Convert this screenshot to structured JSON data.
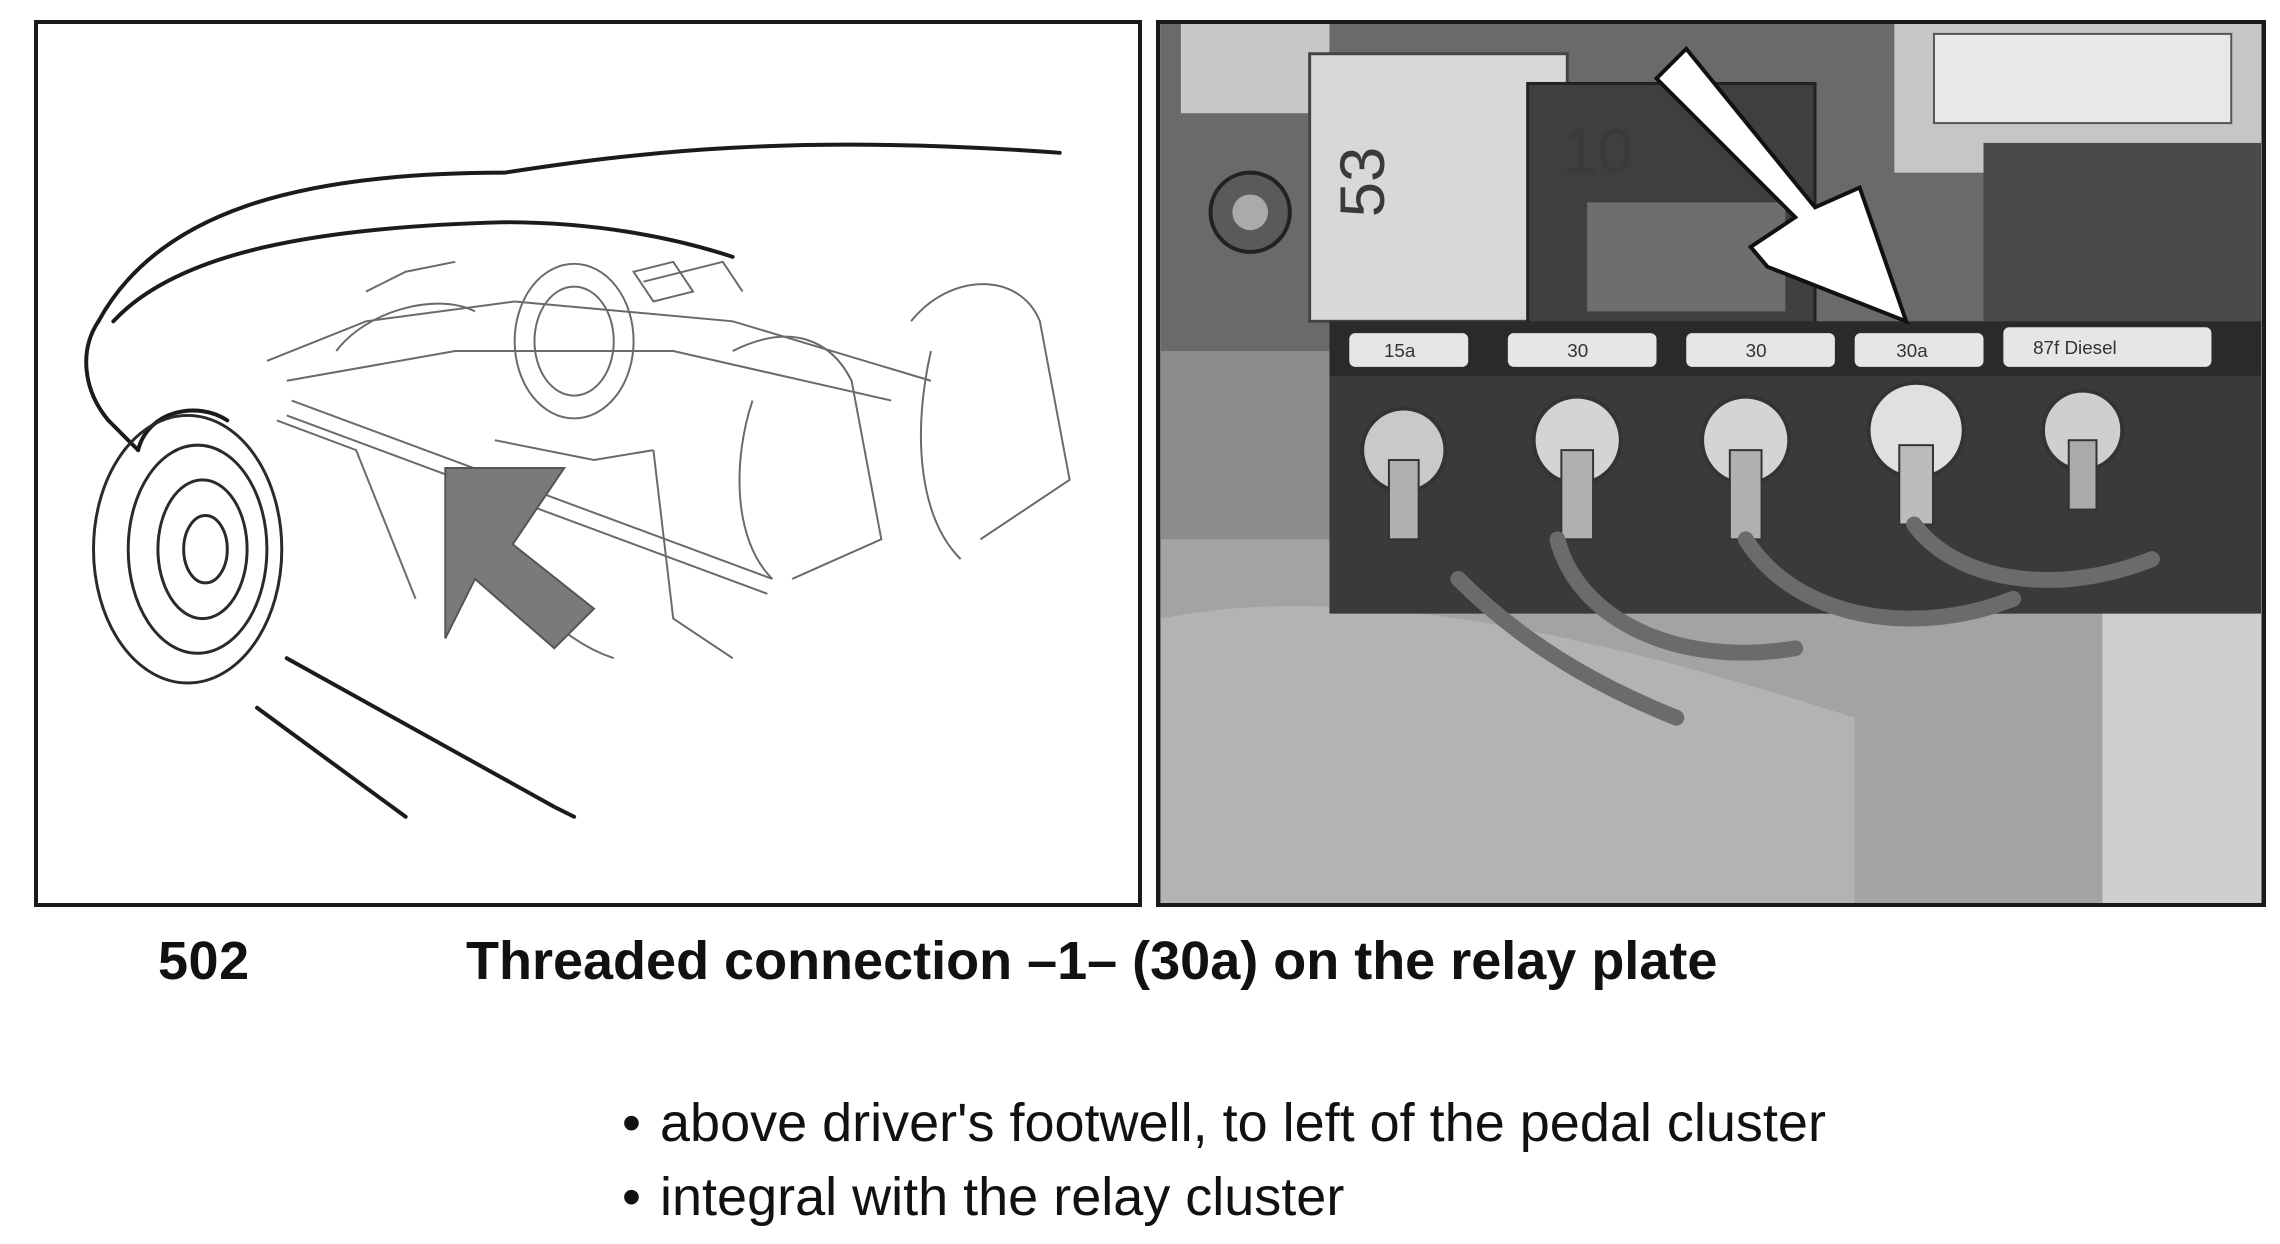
{
  "figure": {
    "number": "502",
    "caption": "Threaded connection –1– (30a) on the relay plate"
  },
  "bullets": [
    {
      "marker": "•",
      "text": "above driver's footwell, to left of the pedal cluster"
    },
    {
      "marker": "•",
      "text": "integral with the relay cluster"
    }
  ],
  "photo": {
    "relay_numbers": [
      "53",
      "10"
    ],
    "terminal_labels": [
      "15a",
      "30",
      "30",
      "30a",
      "87f Diesel"
    ]
  },
  "colors": {
    "border": "#1a1a1a",
    "arrow_illustration": "#7a7a7a",
    "arrow_photo": "#ffffff"
  }
}
